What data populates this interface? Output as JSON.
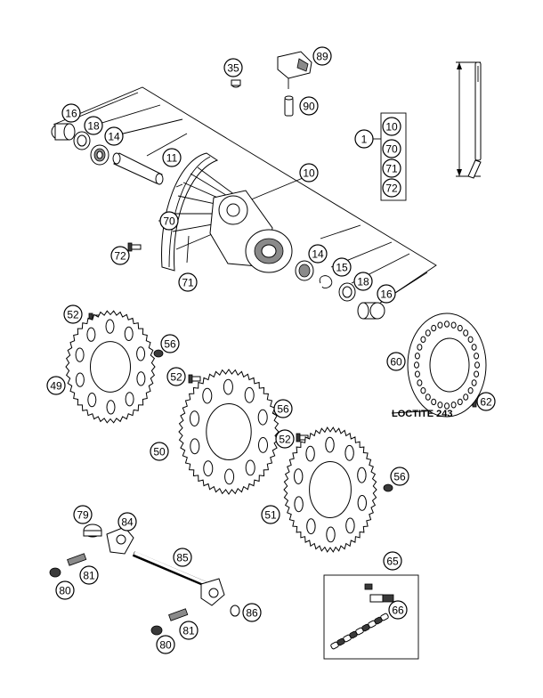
{
  "note_text": "LOCTITE 243",
  "callouts": [
    {
      "label": "35"
    },
    {
      "label": "89"
    },
    {
      "label": "90"
    },
    {
      "label": "16"
    },
    {
      "label": "18"
    },
    {
      "label": "14"
    },
    {
      "label": "11"
    },
    {
      "label": "10"
    },
    {
      "label": "70"
    },
    {
      "label": "72"
    },
    {
      "label": "71"
    },
    {
      "label": "14"
    },
    {
      "label": "15"
    },
    {
      "label": "18"
    },
    {
      "label": "16"
    },
    {
      "label": "1"
    },
    {
      "label": "10"
    },
    {
      "label": "70"
    },
    {
      "label": "71"
    },
    {
      "label": "72"
    },
    {
      "label": "52"
    },
    {
      "label": "56"
    },
    {
      "label": "49"
    },
    {
      "label": "52"
    },
    {
      "label": "56"
    },
    {
      "label": "50"
    },
    {
      "label": "52"
    },
    {
      "label": "56"
    },
    {
      "label": "51"
    },
    {
      "label": "60"
    },
    {
      "label": "62"
    },
    {
      "label": "79"
    },
    {
      "label": "84"
    },
    {
      "label": "85"
    },
    {
      "label": "81"
    },
    {
      "label": "80"
    },
    {
      "label": "86"
    },
    {
      "label": "81"
    },
    {
      "label": "80"
    },
    {
      "label": "65"
    },
    {
      "label": "66"
    }
  ]
}
